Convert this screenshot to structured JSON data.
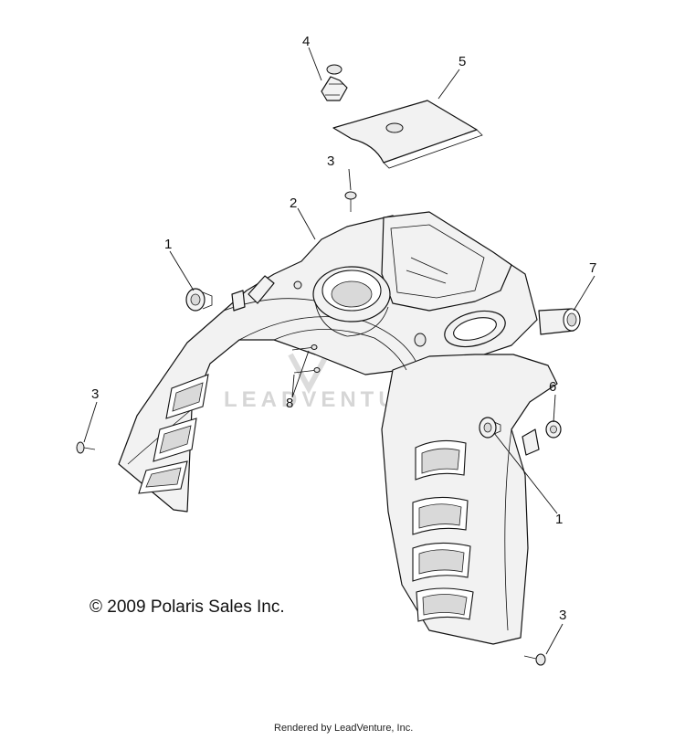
{
  "callouts": [
    "4",
    "5",
    "3",
    "2",
    "1",
    "7",
    "3",
    "8",
    "6",
    "1",
    "3"
  ],
  "copyright": "© 2009 Polaris Sales Inc.",
  "watermark": "LEADVENTURE",
  "rendered_by": "Rendered by LeadVenture, Inc."
}
